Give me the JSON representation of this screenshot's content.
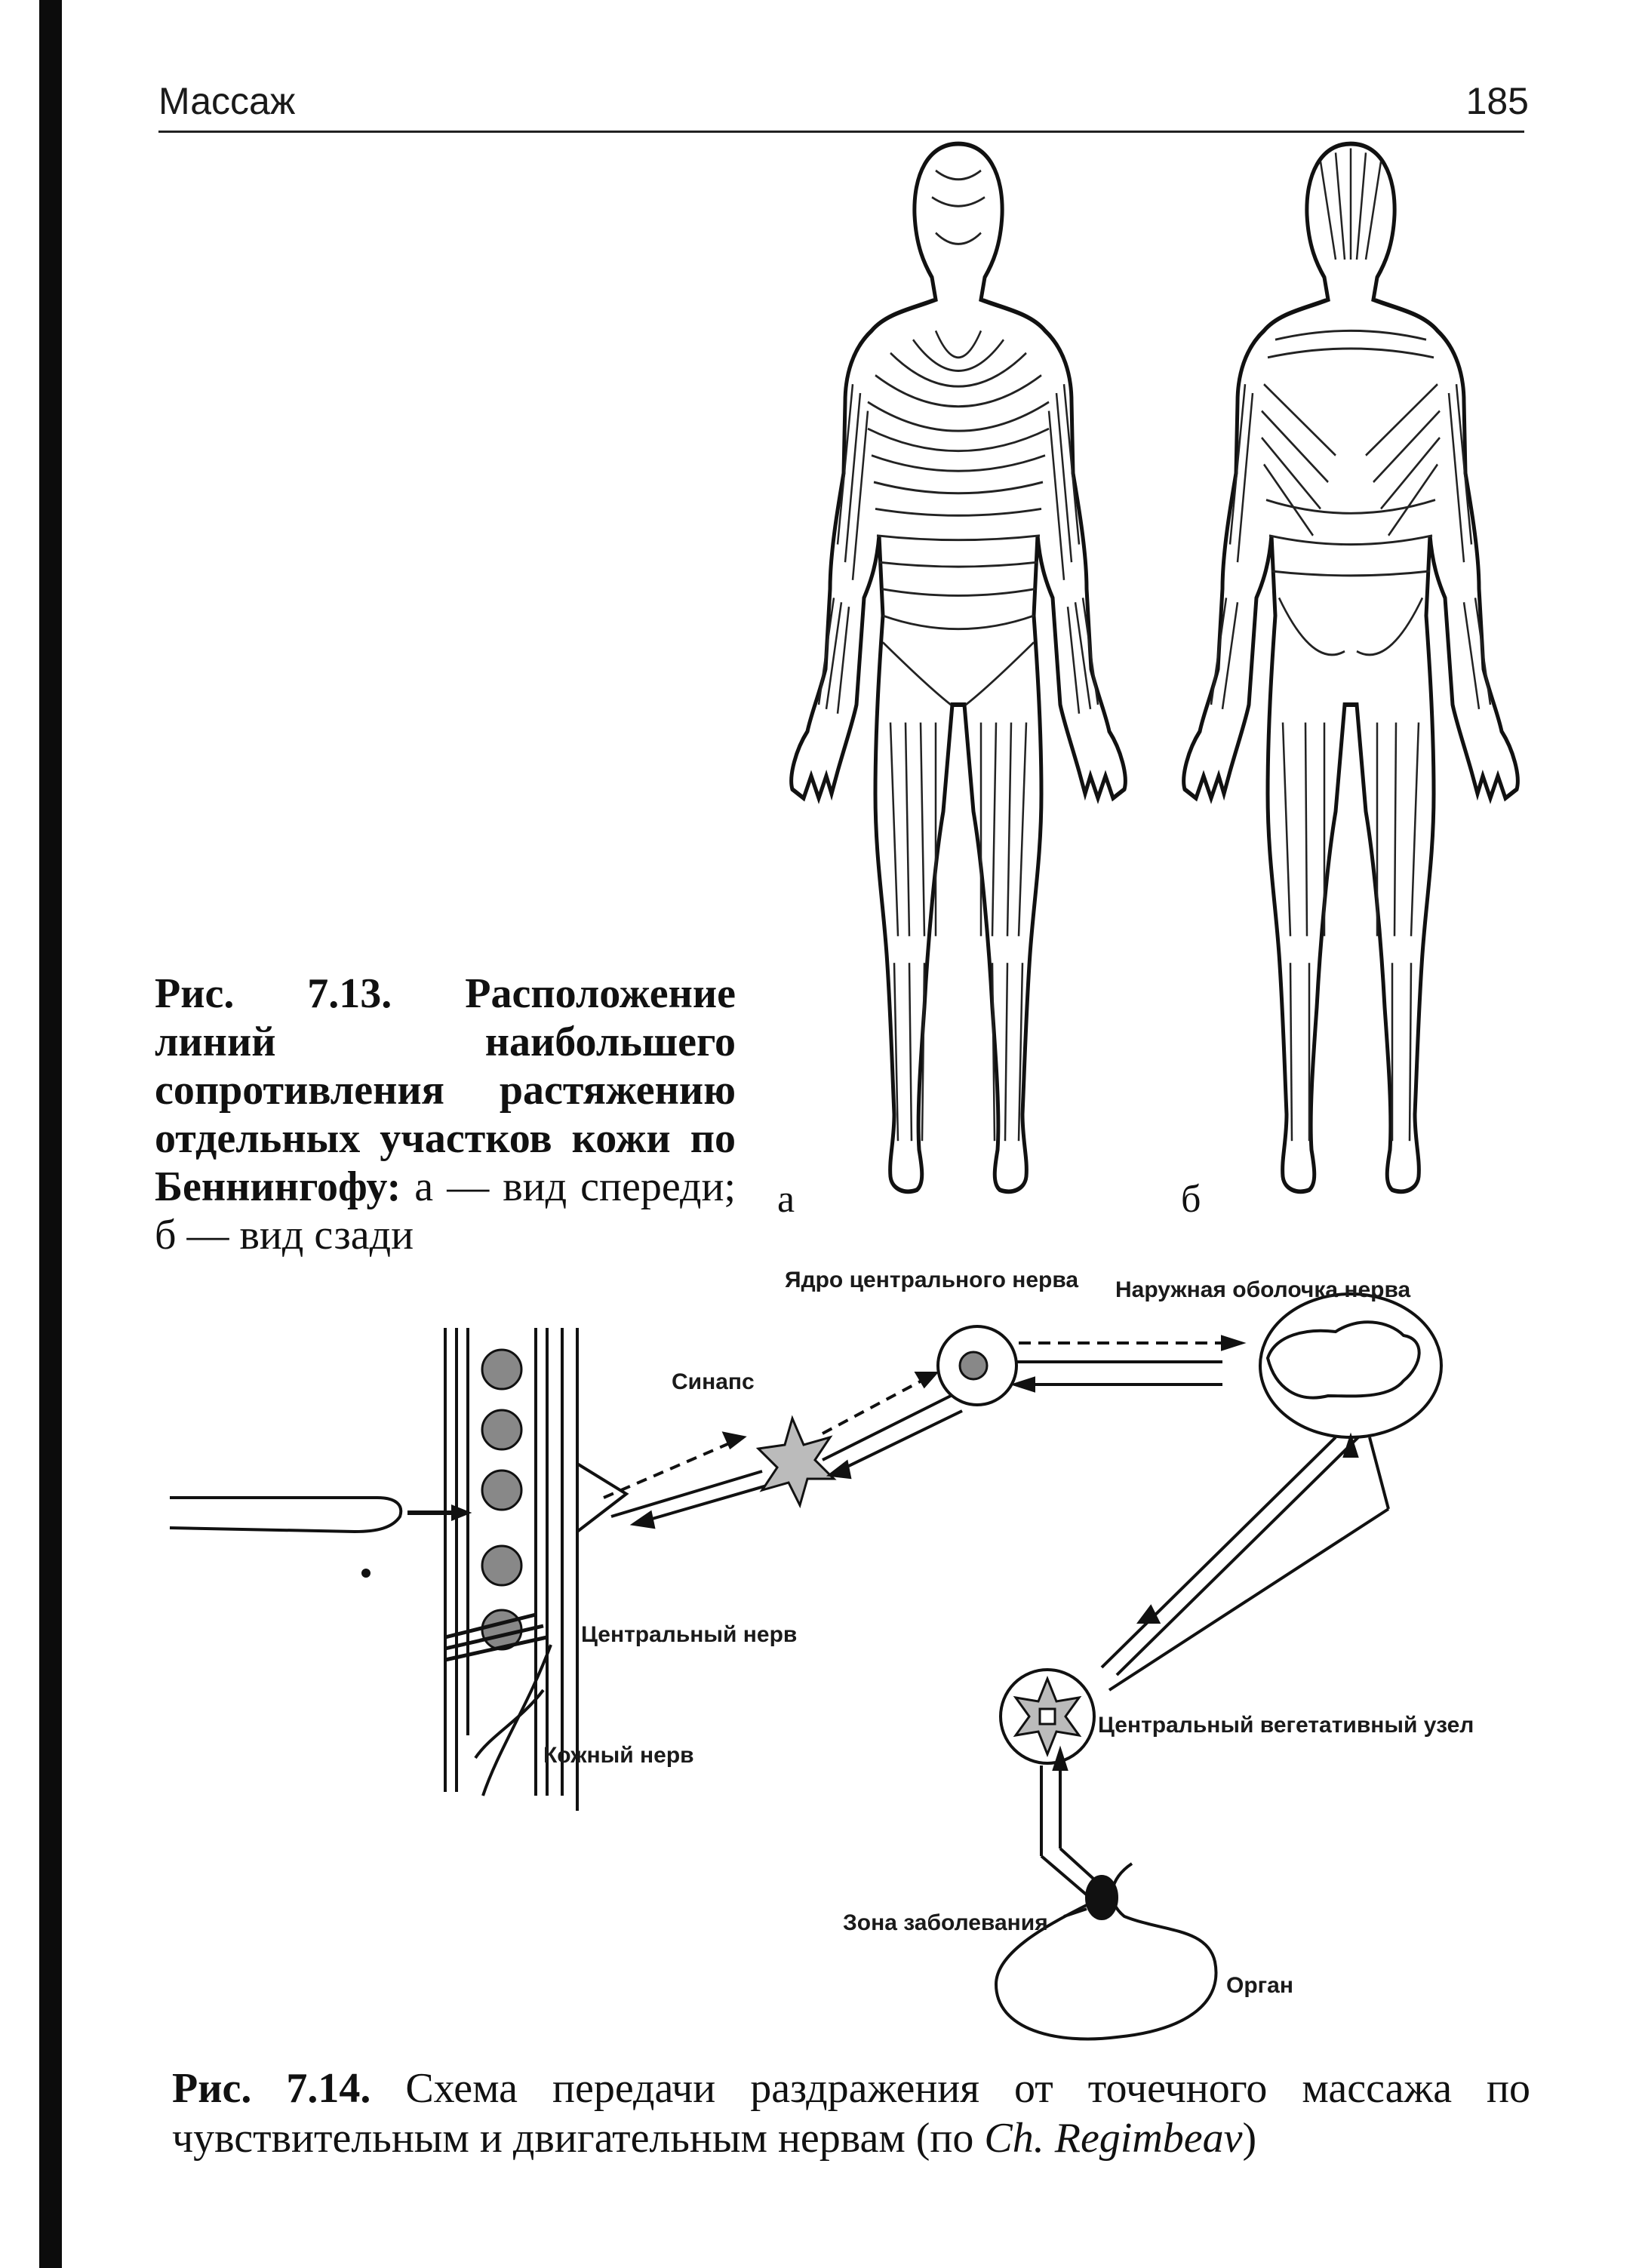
{
  "header": {
    "running_head": "Массаж",
    "page_number": "185"
  },
  "figure_713": {
    "label_front": "а",
    "label_back": "б",
    "caption": {
      "number": "Рис. 7.13.",
      "title": "Расположение линий наибольшего сопротивления растяжению отдельных участков кожи по Беннингофу:",
      "text": " а — вид спереди; б — вид сзади"
    }
  },
  "figure_714": {
    "labels": {
      "nucleus": "Ядро центрального нерва",
      "outer_sheath": "Наружная оболочка нерва",
      "synapse": "Синапс",
      "central_nerve": "Центральный нерв",
      "skin_nerve": "Кожный нерв",
      "vegetative_node": "Центральный вегетативный узел",
      "disease_zone": "Зона заболевания",
      "organ": "Орган"
    },
    "caption": {
      "number": "Рис. 7.14.",
      "text_before": " Схема передачи раздражения от точечного массажа по чувствительным и двигательным нервам (по ",
      "author": "Ch. Regimbeav",
      "text_after": ")"
    }
  }
}
